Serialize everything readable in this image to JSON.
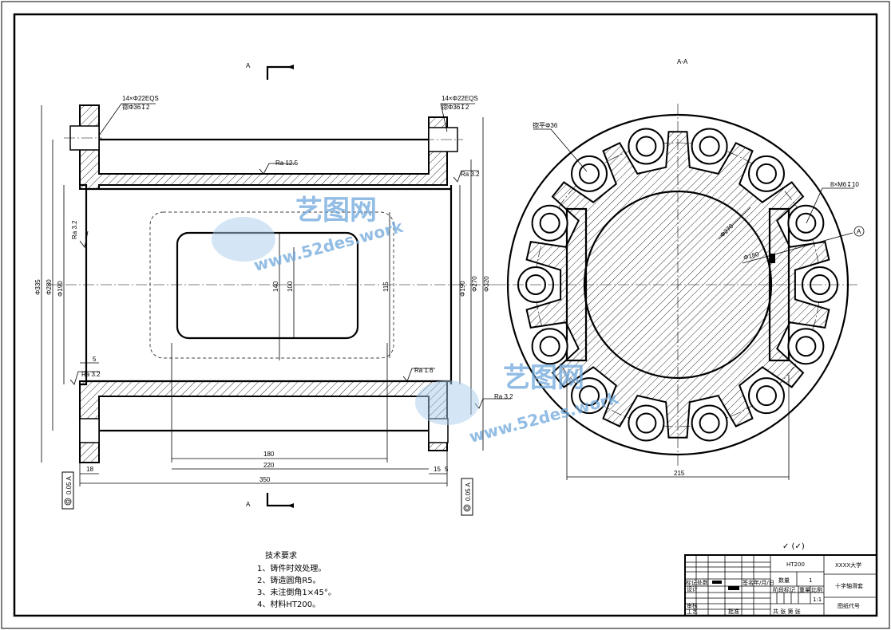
{
  "section_labels": {
    "a_top": "A",
    "a_bottom": "A",
    "aa": "A-A"
  },
  "front_view": {
    "hole_callout_left": [
      "14×Φ22EQS",
      "锪Φ36↧2"
    ],
    "hole_callout_right": [
      "14×Φ22EQS",
      "锪Φ36↧2"
    ],
    "roughness": {
      "ra125": "Ra 12.5",
      "ra32_right": "Ra 3.2",
      "ra32_left": "Ra 3.2",
      "ra16": "Ra 1.6",
      "ra32_bottom_right": "Ra 3.2",
      "ra32_bottom_left": "Ra 3.2"
    },
    "dims": {
      "d335": "Φ335",
      "d280": "Φ280",
      "d190_left": "Φ190",
      "h140": "140",
      "h100": "100",
      "h115": "115",
      "d190_right": "Φ190",
      "d270": "Φ270",
      "d320": "Φ320",
      "w5_left": "5",
      "w180": "180",
      "w220": "220",
      "w350": "350",
      "w18": "18",
      "w15": "15",
      "w5_right": "5"
    },
    "tolerance_left": "0.05  A",
    "tolerance_right": "0.05  A"
  },
  "section_view": {
    "callout_spotface": "锪平Φ36",
    "callout_thread": "8×M6↧10",
    "d270": "Φ270",
    "d180": "Φ180",
    "datum": "A",
    "w215": "215"
  },
  "watermark": {
    "brand": "艺图网",
    "url": "www.52des.work"
  },
  "tech_requirements": {
    "title": "技术要求",
    "items": [
      "1、铸件时效处理。",
      "2、铸造圆角R5。",
      "3、未注倒角1×45°。",
      "4、材料HT200。"
    ]
  },
  "surface_symbol": "✓  (✓)",
  "title_block": {
    "material": "HT200",
    "school": "XXXX大学",
    "part_name": "十字轴滑套",
    "drawing_no": "图纸代号",
    "qty_label": "数量",
    "qty": "1",
    "stage_label": "阶段标记",
    "weight_label": "重量",
    "scale_label": "比例",
    "scale": "1:1",
    "sheets": "共  张    第  张",
    "mark_label": "标记处数",
    "sign_label": "签名年/月/日",
    "design_label": "设计",
    "check_label": "审核",
    "process_label": "工艺",
    "approve_label": "批准"
  }
}
